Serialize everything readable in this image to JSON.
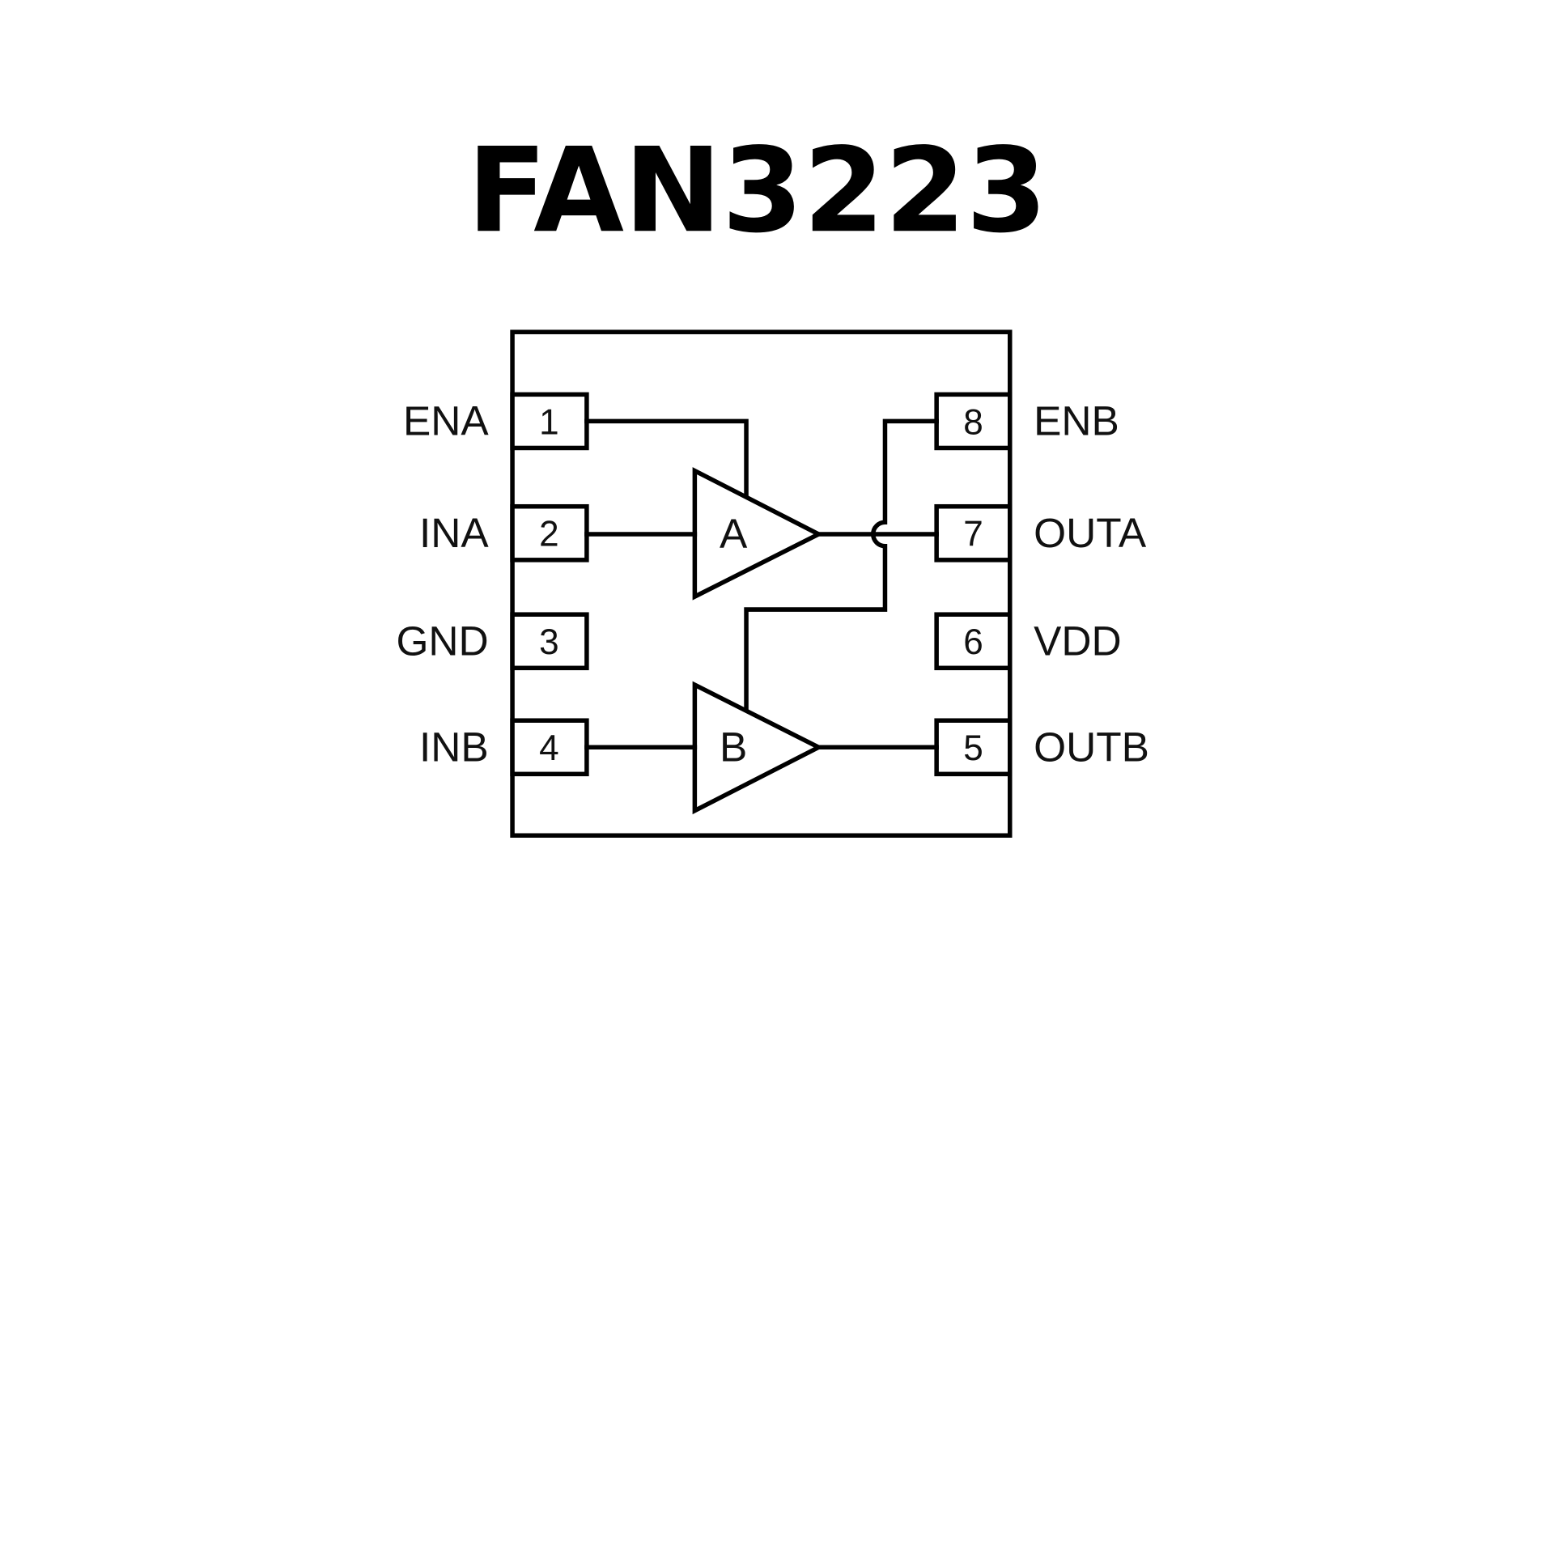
{
  "title": "FAN3223",
  "pins": [
    {
      "number": "1",
      "name": "ENA",
      "side": "left"
    },
    {
      "number": "2",
      "name": "INA",
      "side": "left"
    },
    {
      "number": "3",
      "name": "GND",
      "side": "left"
    },
    {
      "number": "4",
      "name": "INB",
      "side": "left"
    },
    {
      "number": "5",
      "name": "OUTB",
      "side": "right"
    },
    {
      "number": "6",
      "name": "VDD",
      "side": "right"
    },
    {
      "number": "7",
      "name": "OUTA",
      "side": "right"
    },
    {
      "number": "8",
      "name": "ENB",
      "side": "right"
    }
  ],
  "drivers": [
    {
      "label": "A"
    },
    {
      "label": "B"
    }
  ]
}
